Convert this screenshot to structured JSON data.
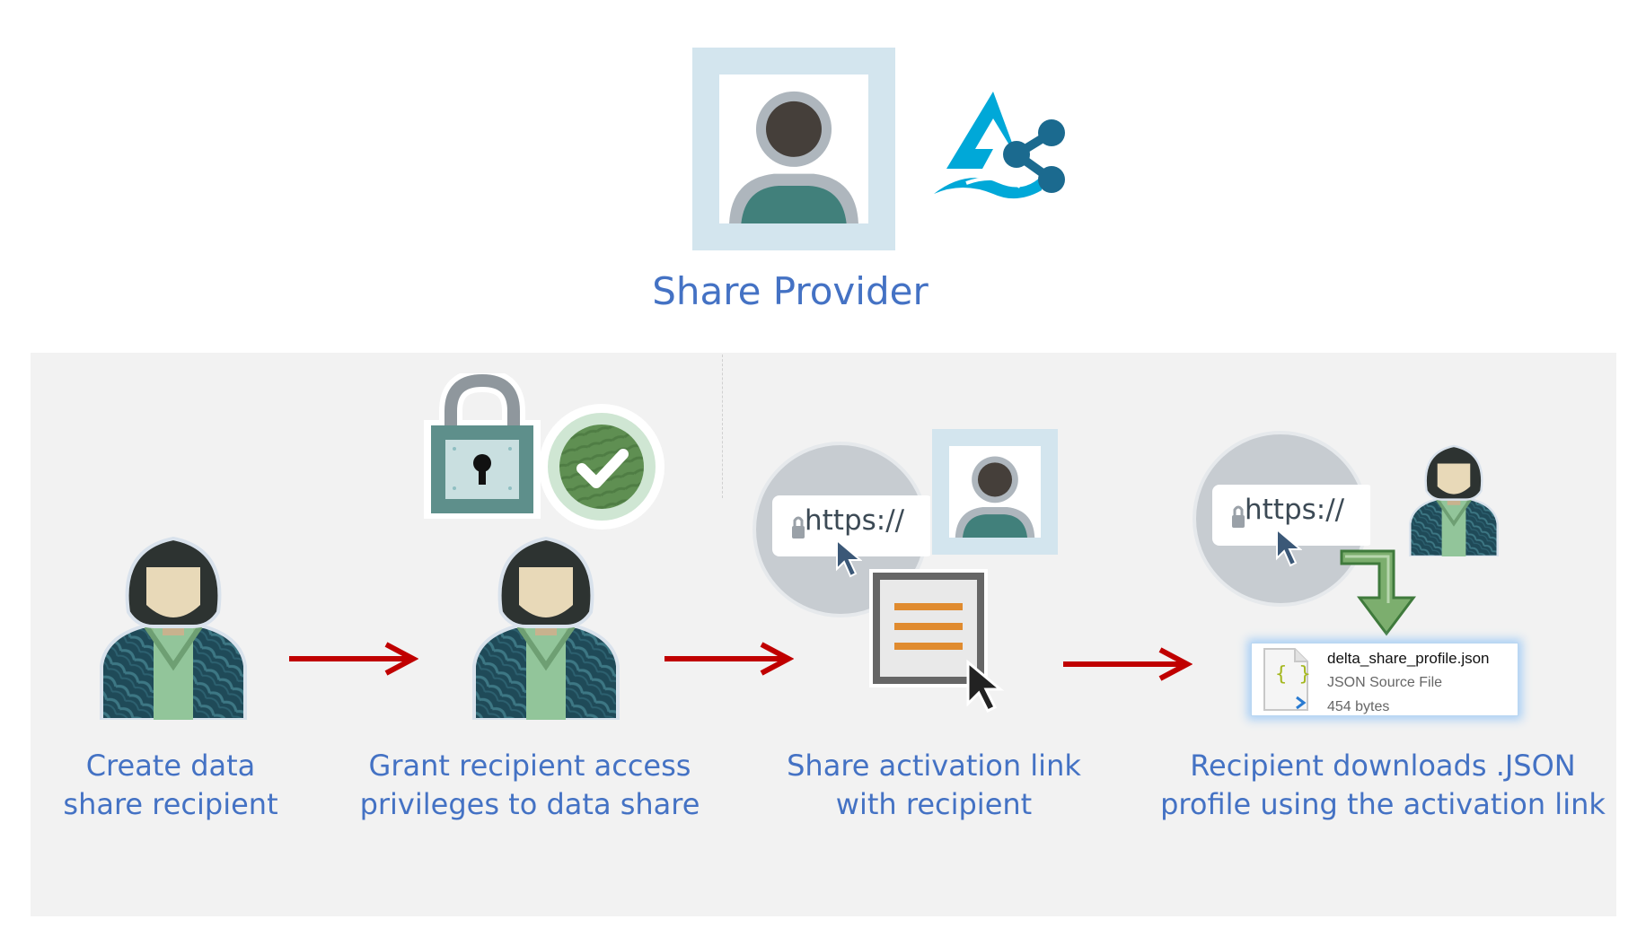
{
  "provider": {
    "title": "Share Provider"
  },
  "steps": [
    {
      "line1": "Create data",
      "line2": "share recipient"
    },
    {
      "line1": "Grant recipient access",
      "line2": "privileges to data share"
    },
    {
      "line1": "Share activation link",
      "line2": "with recipient"
    },
    {
      "line1": "Recipient downloads .JSON",
      "line2": "profile using the activation link"
    }
  ],
  "url_text": "https://",
  "file": {
    "name": "delta_share_profile.json",
    "type": "JSON Source File",
    "size": "454 bytes",
    "icon_glyph": "{ }"
  },
  "colors": {
    "text_blue": "#4472c4",
    "arrow_red": "#c00000",
    "teal": "#41807b",
    "delta_blue": "#00a8d8",
    "delta_dark": "#1b6a8f",
    "green_check": "#5f8f52",
    "panel_gray": "#f2f2f2"
  },
  "icons": [
    "provider-avatar-icon",
    "delta-sharing-logo",
    "recipient-icon",
    "lock-icon",
    "check-badge-icon",
    "browser-link-icon",
    "cursor-icon",
    "document-icon",
    "download-arrow-icon",
    "json-file-icon",
    "flow-arrow-icon"
  ]
}
